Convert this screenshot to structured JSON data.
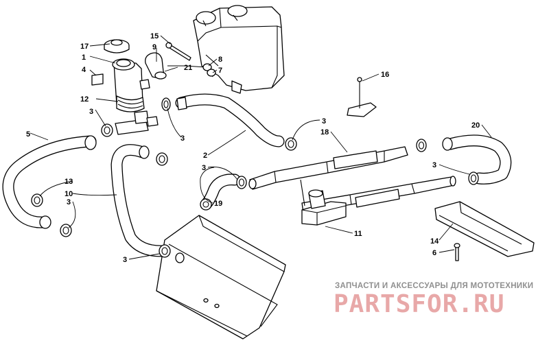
{
  "diagram": {
    "watermark": {
      "caption": "ЗАПЧАСТИ И АКСЕССУАРЫ ДЛЯ МОТОТЕХНИКИ",
      "logo": "PARTSFOR.RU"
    },
    "callouts": [
      {
        "id": "c17",
        "label": "17"
      },
      {
        "id": "c15",
        "label": "15"
      },
      {
        "id": "c9",
        "label": "9"
      },
      {
        "id": "c1",
        "label": "1"
      },
      {
        "id": "c4",
        "label": "4"
      },
      {
        "id": "c21",
        "label": "21"
      },
      {
        "id": "c8",
        "label": "8"
      },
      {
        "id": "c7",
        "label": "7"
      },
      {
        "id": "c16",
        "label": "16"
      },
      {
        "id": "c12",
        "label": "12"
      },
      {
        "id": "c3a",
        "label": "3"
      },
      {
        "id": "c5",
        "label": "5"
      },
      {
        "id": "c3b",
        "label": "3"
      },
      {
        "id": "c2",
        "label": "2"
      },
      {
        "id": "c3c",
        "label": "3"
      },
      {
        "id": "c18",
        "label": "18"
      },
      {
        "id": "c20",
        "label": "20"
      },
      {
        "id": "c3d",
        "label": "3"
      },
      {
        "id": "c3e",
        "label": "3"
      },
      {
        "id": "c13",
        "label": "13"
      },
      {
        "id": "c10",
        "label": "10"
      },
      {
        "id": "c3f",
        "label": "3"
      },
      {
        "id": "c19",
        "label": "19"
      },
      {
        "id": "c11",
        "label": "11"
      },
      {
        "id": "c14",
        "label": "14"
      },
      {
        "id": "c6",
        "label": "6"
      },
      {
        "id": "c3g",
        "label": "3"
      }
    ]
  }
}
